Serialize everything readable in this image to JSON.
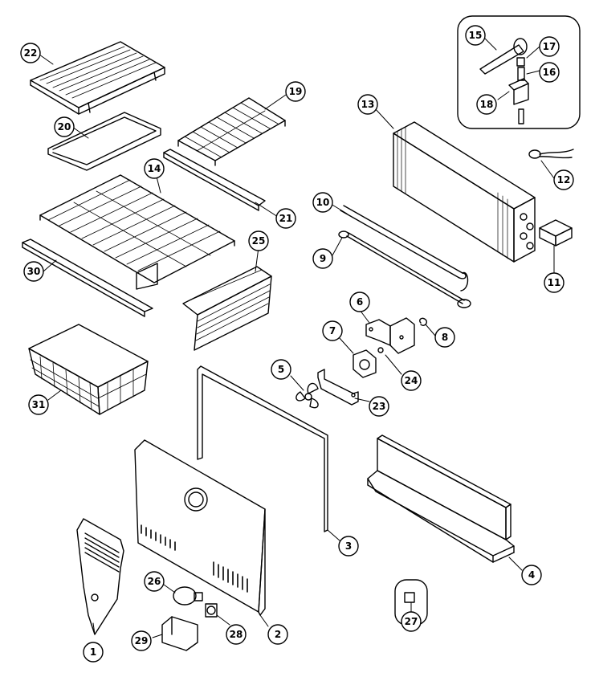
{
  "diagram": {
    "callouts": [
      {
        "id": "c22",
        "label": "22"
      },
      {
        "id": "c20",
        "label": "20"
      },
      {
        "id": "c19",
        "label": "19"
      },
      {
        "id": "c14",
        "label": "14"
      },
      {
        "id": "c21",
        "label": "21"
      },
      {
        "id": "c30",
        "label": "30"
      },
      {
        "id": "c25",
        "label": "25"
      },
      {
        "id": "c31",
        "label": "31"
      },
      {
        "id": "c15",
        "label": "15"
      },
      {
        "id": "c17",
        "label": "17"
      },
      {
        "id": "c16",
        "label": "16"
      },
      {
        "id": "c18",
        "label": "18"
      },
      {
        "id": "c13",
        "label": "13"
      },
      {
        "id": "c12",
        "label": "12"
      },
      {
        "id": "c10",
        "label": "10"
      },
      {
        "id": "c9",
        "label": "9"
      },
      {
        "id": "c11",
        "label": "11"
      },
      {
        "id": "c6",
        "label": "6"
      },
      {
        "id": "c8",
        "label": "8"
      },
      {
        "id": "c7",
        "label": "7"
      },
      {
        "id": "c24",
        "label": "24"
      },
      {
        "id": "c5",
        "label": "5"
      },
      {
        "id": "c23",
        "label": "23"
      },
      {
        "id": "c3",
        "label": "3"
      },
      {
        "id": "c4",
        "label": "4"
      },
      {
        "id": "c1",
        "label": "1"
      },
      {
        "id": "c26",
        "label": "26"
      },
      {
        "id": "c28",
        "label": "28"
      },
      {
        "id": "c29",
        "label": "29"
      },
      {
        "id": "c2",
        "label": "2"
      },
      {
        "id": "c27",
        "label": "27"
      }
    ]
  }
}
